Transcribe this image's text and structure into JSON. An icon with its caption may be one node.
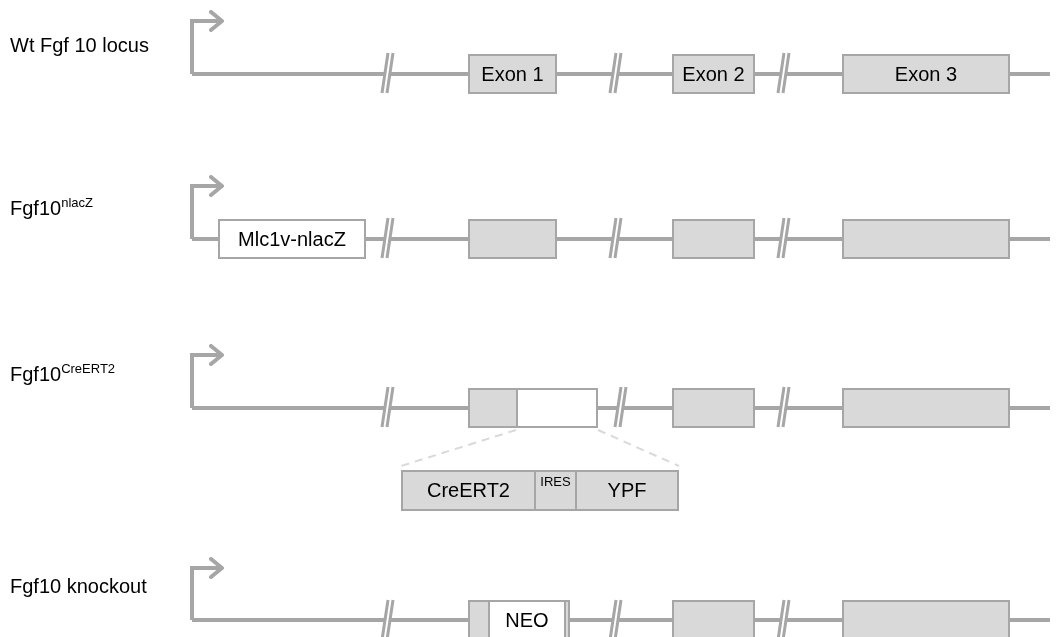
{
  "diagram": {
    "nodes": [
      {
        "text": [
          "Exon 1"
        ]
      },
      {
        "text": [
          "Exon 2"
        ]
      },
      {
        "text": [
          "Exon 3"
        ]
      },
      {
        "text": [
          "Mlc1v-nlacZ"
        ]
      },
      {
        "text": [],
        "shape": "box"
      },
      {
        "text": [],
        "shape": "box"
      },
      {
        "text": [],
        "shape": "box"
      },
      {
        "text": [],
        "shape": "box"
      },
      {
        "text": [],
        "shape": "box"
      },
      {
        "text": [],
        "shape": "box"
      },
      {
        "text": [],
        "shape": "box"
      },
      {
        "text": [
          "CreERT2"
        ]
      },
      {
        "text": [
          "IRES"
        ]
      },
      {
        "text": [
          "YPF"
        ]
      },
      {
        "text": [],
        "shape": "box"
      },
      {
        "text": [
          "NEO"
        ],
        "in": 14
      },
      {
        "text": [],
        "shape": "box"
      },
      {
        "text": [],
        "shape": "box"
      }
    ],
    "edges": [
      {
        "from": 0,
        "to": null,
        "arrow": "to"
      },
      {
        "from": 0,
        "to": 1,
        "arrow": "none"
      },
      {
        "from": 1,
        "to": 2,
        "arrow": "none"
      },
      {
        "from": 2,
        "to": null,
        "arrow": "none"
      },
      {
        "from": 3,
        "to": null,
        "arrow": "to"
      },
      {
        "from": 3,
        "to": 4,
        "arrow": "none"
      },
      {
        "from": 4,
        "to": 5,
        "arrow": "none"
      },
      {
        "from": 5,
        "to": 6,
        "arrow": "none"
      },
      {
        "from": 6,
        "to": null,
        "arrow": "none"
      },
      {
        "from": 7,
        "to": null,
        "arrow": "to"
      },
      {
        "from": 8,
        "to": 9,
        "arrow": "none"
      },
      {
        "from": 9,
        "to": 10,
        "arrow": "none"
      },
      {
        "from": 10,
        "to": null,
        "arrow": "none"
      },
      {
        "from": 8,
        "to": 11,
        "arrow": "none",
        "style": "dashed"
      },
      {
        "from": 8,
        "to": 13,
        "arrow": "none",
        "style": "dashed"
      },
      {
        "from": 14,
        "to": null,
        "arrow": "to"
      },
      {
        "from": 14,
        "to": 16,
        "arrow": "none"
      },
      {
        "from": 16,
        "to": 17,
        "arrow": "none"
      },
      {
        "from": 17,
        "to": null,
        "arrow": "none"
      }
    ],
    "labels": [
      "Wt Fgf 10 locus",
      "Fgf10$^{nlacZ}$",
      "Fgf10$^{CreERT2}$",
      "Fgf10 knockout"
    ]
  }
}
